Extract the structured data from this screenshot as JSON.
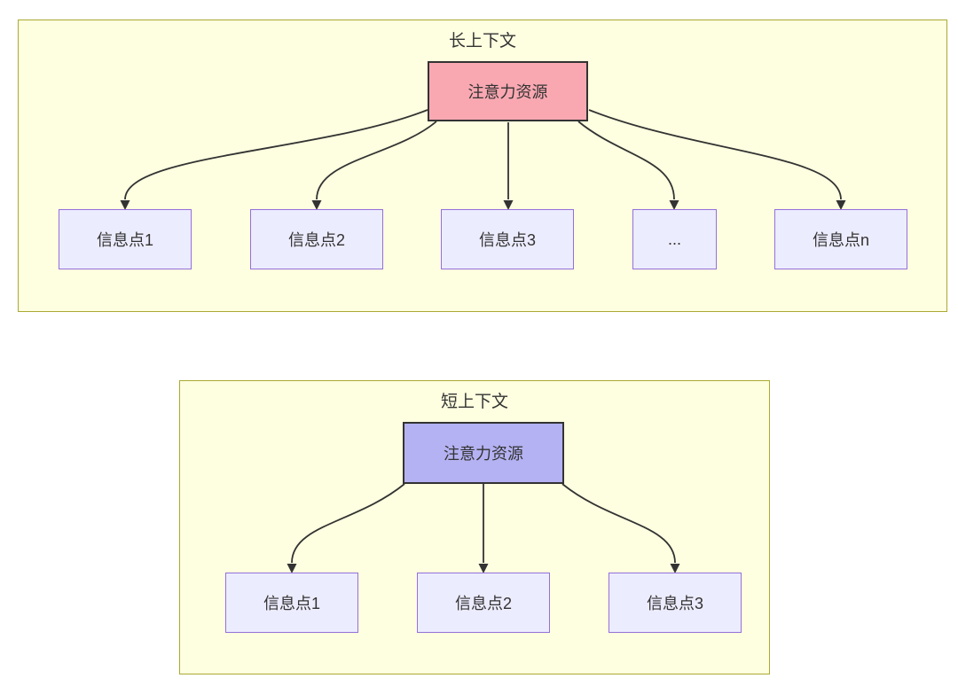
{
  "diagram": {
    "long_context": {
      "title": "长上下文",
      "hub_label": "注意力资源",
      "nodes": [
        "信息点1",
        "信息点2",
        "信息点3",
        "...",
        "信息点n"
      ]
    },
    "short_context": {
      "title": "短上下文",
      "hub_label": "注意力资源",
      "nodes": [
        "信息点1",
        "信息点2",
        "信息点3"
      ]
    },
    "colors": {
      "container_fill": "#fefee0",
      "container_border": "#aaaa33",
      "node_fill": "#ececff",
      "node_border": "#9370db",
      "hub_long_fill": "#f9a8b2",
      "hub_short_fill": "#b4b2f2",
      "hub_border": "#333333",
      "arrow": "#333333",
      "text": "#333333",
      "page_bg": "#ffffff"
    }
  }
}
